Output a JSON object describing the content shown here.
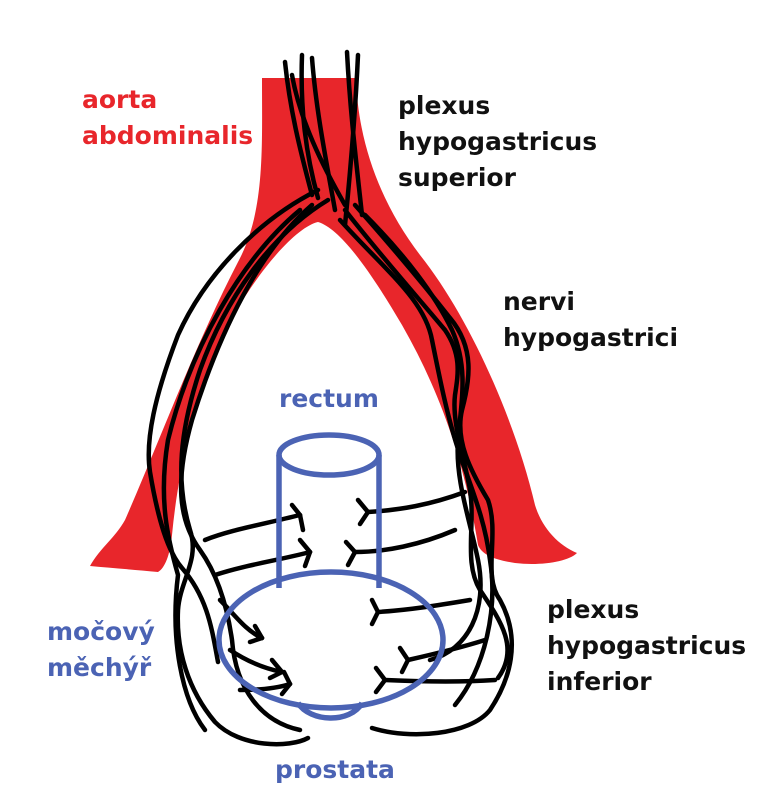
{
  "colors": {
    "aorta": "#e8262b",
    "nerve": "#000000",
    "organ": "#4b63b4",
    "label_dark": "#111111",
    "background": "#ffffff"
  },
  "labels": {
    "aorta": {
      "line1": "aorta",
      "line2": "abdominalis"
    },
    "plexus_superior": {
      "line1": "plexus",
      "line2": "hypogastricus",
      "line3": "superior"
    },
    "nervi_hypogastrici": {
      "line1": "nervi",
      "line2": "hypogastrici"
    },
    "rectum": "rectum",
    "mocovy_mechyr": {
      "line1": "močový",
      "line2": "měchýř"
    },
    "plexus_inferior": {
      "line1": "plexus",
      "line2": "hypogastricus",
      "line3": "inferior"
    },
    "prostata": "prostata"
  }
}
